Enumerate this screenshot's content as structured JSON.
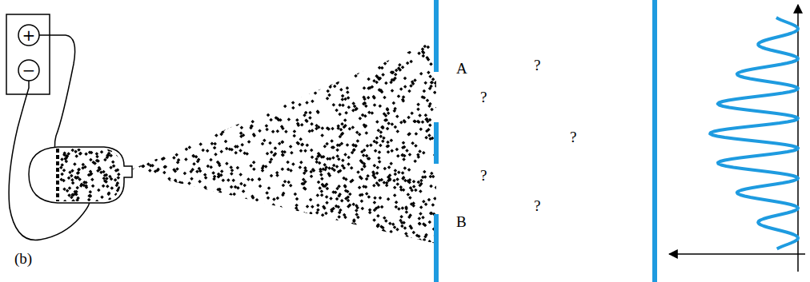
{
  "diagram": {
    "nodes": [
      {
        "text": [
          "+"
        ]
      },
      {
        "text": [
          "−"
        ]
      }
    ],
    "labels": [
      "A",
      "?",
      "?",
      "?",
      "?",
      "?",
      "B",
      "(b)"
    ]
  }
}
